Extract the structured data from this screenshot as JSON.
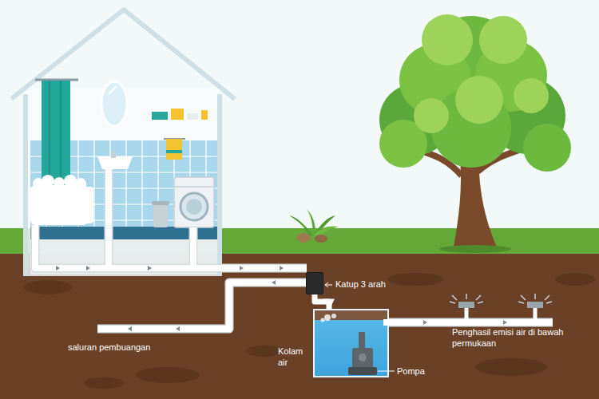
{
  "diagram": {
    "nodes": [
      {
        "text": [
          "Katup 3 arah"
        ]
      },
      {
        "text": [
          "Kolam air"
        ]
      }
    ],
    "edges": [
      {
        "from": 0,
        "to": 1,
        "arrow": "to"
      }
    ],
    "labels": [
      "saluran pembuangan",
      "Pompa",
      "Penghasil emisi air di bawah permukaan"
    ]
  }
}
